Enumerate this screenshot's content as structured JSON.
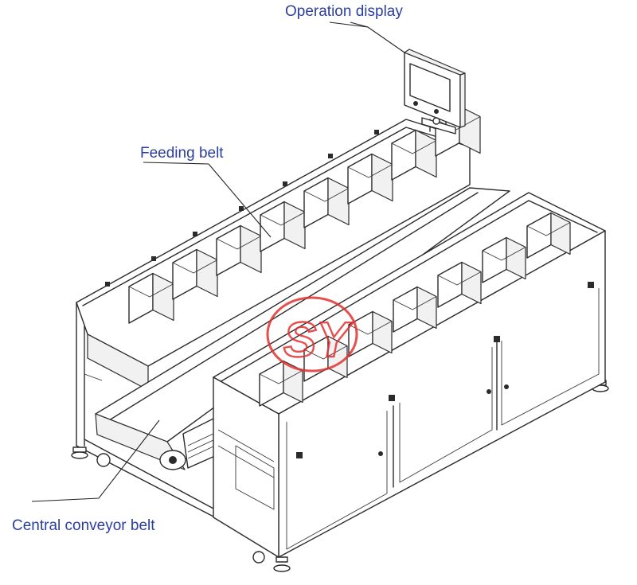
{
  "labels": {
    "operation_display": "Operation display",
    "feeding_belt": "Feeding belt",
    "central_conveyor_belt": "Central conveyor belt"
  },
  "watermark": {
    "text": "SY",
    "color": "#e2312f"
  },
  "colors": {
    "label": "#2b3f9e",
    "line": "#2b2b2b"
  }
}
